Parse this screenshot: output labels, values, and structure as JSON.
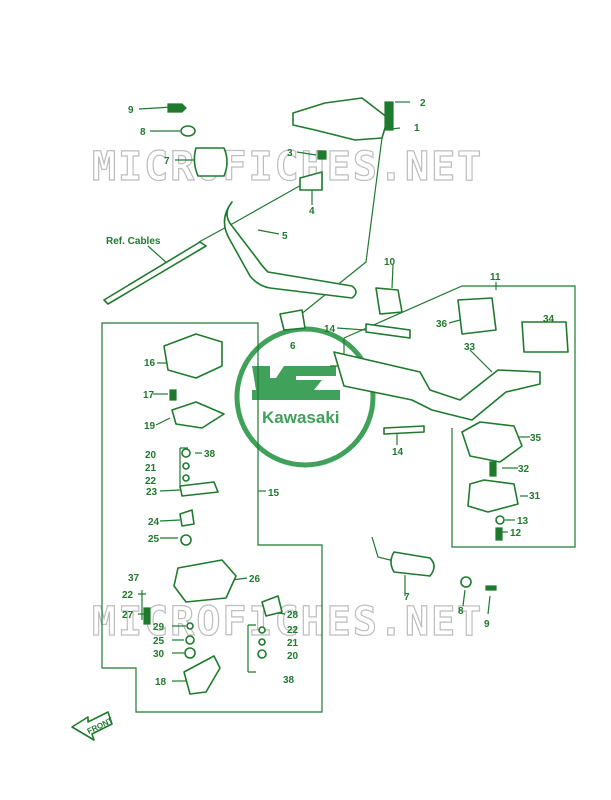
{
  "colors": {
    "ink": "#1f7a2e",
    "logo": "#3fa15a",
    "watermark": "#bdbdbd"
  },
  "watermark": {
    "text": "MICROFICHES.NET"
  },
  "logo": {
    "text": "Kawasaki"
  },
  "front_arrow": {
    "label": "FRONT"
  },
  "ref_cables": {
    "label": "Ref. Cables"
  },
  "callouts": [
    {
      "id": "c-2",
      "text": "2"
    },
    {
      "id": "c-1",
      "text": "1"
    },
    {
      "id": "c-9a",
      "text": "9"
    },
    {
      "id": "c-8a",
      "text": "8"
    },
    {
      "id": "c-3",
      "text": "3"
    },
    {
      "id": "c-7a",
      "text": "7"
    },
    {
      "id": "c-4",
      "text": "4"
    },
    {
      "id": "c-5",
      "text": "5"
    },
    {
      "id": "c-10",
      "text": "10"
    },
    {
      "id": "c-11",
      "text": "11"
    },
    {
      "id": "c-6",
      "text": "6"
    },
    {
      "id": "c-14a",
      "text": "14"
    },
    {
      "id": "c-36",
      "text": "36"
    },
    {
      "id": "c-34",
      "text": "34"
    },
    {
      "id": "c-33",
      "text": "33"
    },
    {
      "id": "c-16",
      "text": "16"
    },
    {
      "id": "c-17",
      "text": "17"
    },
    {
      "id": "c-19",
      "text": "19"
    },
    {
      "id": "c-14b",
      "text": "14"
    },
    {
      "id": "c-35",
      "text": "35"
    },
    {
      "id": "c-20a",
      "text": "20"
    },
    {
      "id": "c-38a",
      "text": "38"
    },
    {
      "id": "c-21a",
      "text": "21"
    },
    {
      "id": "c-22a",
      "text": "22"
    },
    {
      "id": "c-23",
      "text": "23"
    },
    {
      "id": "c-15",
      "text": "15"
    },
    {
      "id": "c-32",
      "text": "32"
    },
    {
      "id": "c-31",
      "text": "31"
    },
    {
      "id": "c-24",
      "text": "24"
    },
    {
      "id": "c-13",
      "text": "13"
    },
    {
      "id": "c-12",
      "text": "12"
    },
    {
      "id": "c-25a",
      "text": "25"
    },
    {
      "id": "c-26",
      "text": "26"
    },
    {
      "id": "c-37",
      "text": "37"
    },
    {
      "id": "c-22b",
      "text": "22"
    },
    {
      "id": "c-27",
      "text": "27"
    },
    {
      "id": "c-7b",
      "text": "7"
    },
    {
      "id": "c-8b",
      "text": "8"
    },
    {
      "id": "c-9b",
      "text": "9"
    },
    {
      "id": "c-28",
      "text": "28"
    },
    {
      "id": "c-29",
      "text": "29"
    },
    {
      "id": "c-22c",
      "text": "22"
    },
    {
      "id": "c-25b",
      "text": "25"
    },
    {
      "id": "c-21b",
      "text": "21"
    },
    {
      "id": "c-30",
      "text": "30"
    },
    {
      "id": "c-20b",
      "text": "20"
    },
    {
      "id": "c-18",
      "text": "18"
    },
    {
      "id": "c-38b",
      "text": "38"
    }
  ]
}
